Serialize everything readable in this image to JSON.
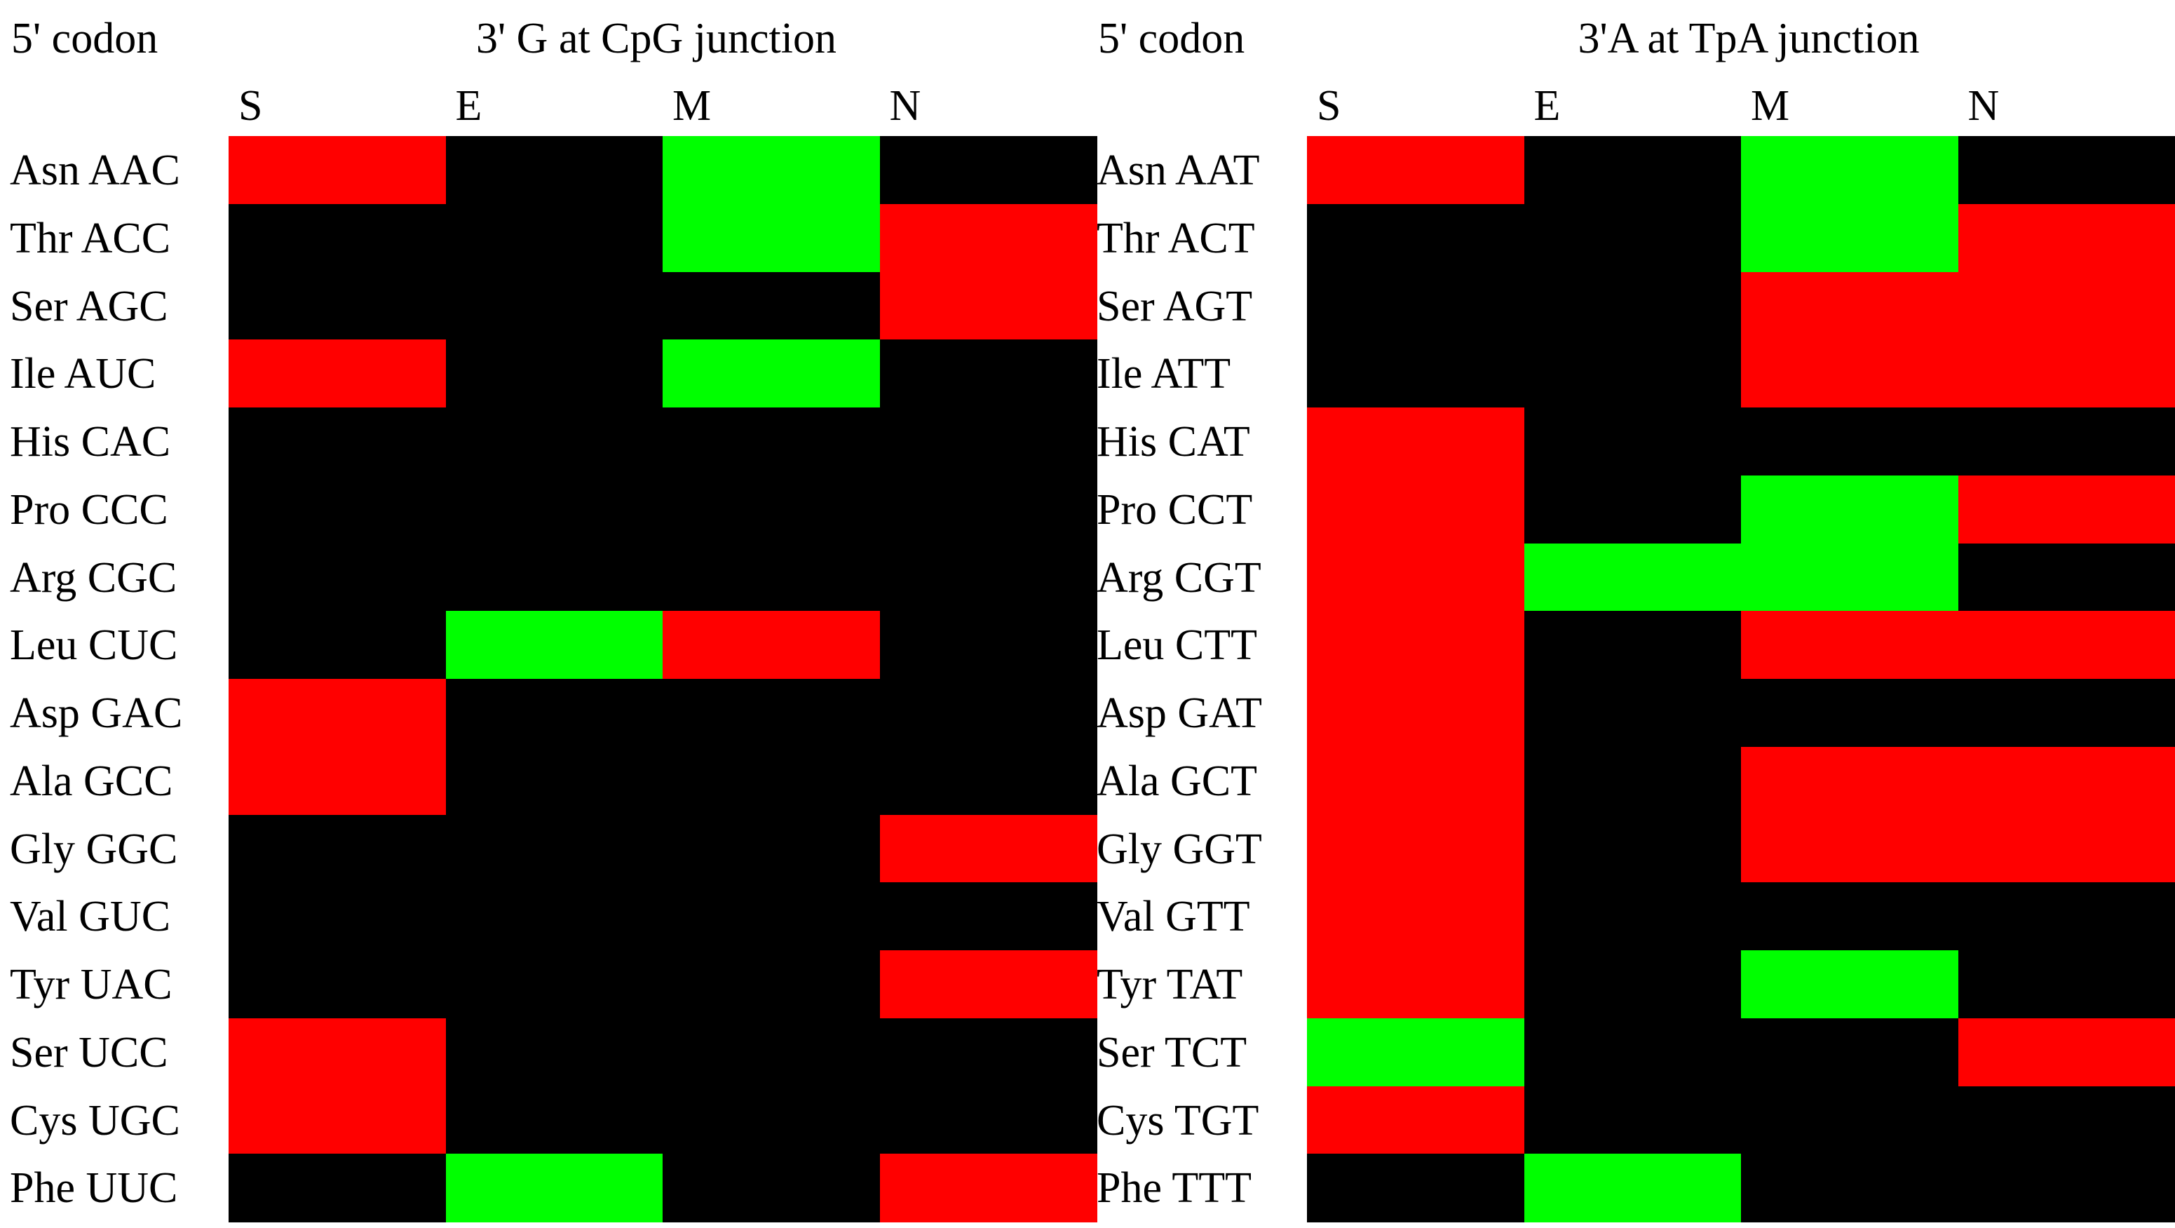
{
  "colors": {
    "0": "#000000",
    "1": "#ff0000",
    "2": "#00ff00"
  },
  "chart_data": [
    {
      "type": "heatmap",
      "row_header": "5' codon",
      "title": "3' G at CpG junction",
      "columns": [
        "S",
        "E",
        "M",
        "N"
      ],
      "rows": [
        "Asn AAC",
        "Thr ACC",
        "Ser AGC",
        "Ile AUC",
        "His CAC",
        "Pro CCC",
        "Arg CGC",
        "Leu CUC",
        "Asp GAC",
        "Ala GCC",
        "Gly GGC",
        "Val GUC",
        "Tyr UAC",
        "Ser UCC",
        "Cys UGC",
        "Phe UUC"
      ],
      "values": [
        [
          1,
          0,
          2,
          0
        ],
        [
          0,
          0,
          2,
          1
        ],
        [
          0,
          0,
          0,
          1
        ],
        [
          1,
          0,
          2,
          0
        ],
        [
          0,
          0,
          0,
          0
        ],
        [
          0,
          0,
          0,
          0
        ],
        [
          0,
          0,
          0,
          0
        ],
        [
          0,
          2,
          1,
          0
        ],
        [
          1,
          0,
          0,
          0
        ],
        [
          1,
          0,
          0,
          0
        ],
        [
          0,
          0,
          0,
          1
        ],
        [
          0,
          0,
          0,
          0
        ],
        [
          0,
          0,
          0,
          1
        ],
        [
          1,
          0,
          0,
          0
        ],
        [
          1,
          0,
          0,
          0
        ],
        [
          0,
          2,
          0,
          1
        ]
      ]
    },
    {
      "type": "heatmap",
      "row_header": "5' codon",
      "title": "3'A at TpA junction",
      "columns": [
        "S",
        "E",
        "M",
        "N"
      ],
      "rows": [
        "Asn AAT",
        "Thr ACT",
        "Ser AGT",
        "Ile ATT",
        "His CAT",
        "Pro CCT",
        "Arg CGT",
        "Leu CTT",
        "Asp GAT",
        "Ala GCT",
        "Gly GGT",
        "Val GTT",
        "Tyr TAT",
        "Ser TCT",
        "Cys TGT",
        "Phe TTT"
      ],
      "values": [
        [
          1,
          0,
          2,
          0
        ],
        [
          0,
          0,
          2,
          1
        ],
        [
          0,
          0,
          1,
          1
        ],
        [
          0,
          0,
          1,
          1
        ],
        [
          1,
          0,
          0,
          0
        ],
        [
          1,
          0,
          2,
          1
        ],
        [
          1,
          2,
          2,
          0
        ],
        [
          1,
          0,
          1,
          1
        ],
        [
          1,
          0,
          0,
          0
        ],
        [
          1,
          0,
          1,
          1
        ],
        [
          1,
          0,
          1,
          1
        ],
        [
          1,
          0,
          0,
          0
        ],
        [
          1,
          0,
          2,
          0
        ],
        [
          2,
          0,
          0,
          1
        ],
        [
          1,
          0,
          0,
          0
        ],
        [
          0,
          2,
          0,
          0
        ]
      ]
    }
  ]
}
